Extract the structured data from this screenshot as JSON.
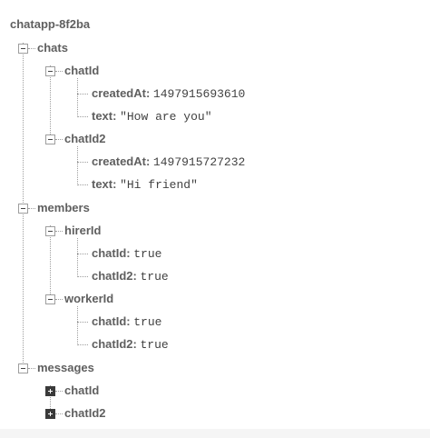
{
  "root": {
    "label": "chatapp-8f2ba"
  },
  "chats": {
    "label": "chats",
    "chatId": {
      "label": "chatId",
      "createdAt": {
        "key": "createdAt:",
        "value": "1497915693610"
      },
      "text": {
        "key": "text:",
        "value": "\"How are you\""
      }
    },
    "chatId2": {
      "label": "chatId2",
      "createdAt": {
        "key": "createdAt:",
        "value": "1497915727232"
      },
      "text": {
        "key": "text:",
        "value": "\"Hi friend\""
      }
    }
  },
  "members": {
    "label": "members",
    "hirerId": {
      "label": "hirerId",
      "chatId": {
        "key": "chatId:",
        "value": "true"
      },
      "chatId2": {
        "key": "chatId2:",
        "value": "true"
      }
    },
    "workerId": {
      "label": "workerId",
      "chatId": {
        "key": "chatId:",
        "value": "true"
      },
      "chatId2": {
        "key": "chatId2:",
        "value": "true"
      }
    }
  },
  "messages": {
    "label": "messages",
    "chatId": {
      "label": "chatId"
    },
    "chatId2": {
      "label": "chatId2"
    }
  }
}
